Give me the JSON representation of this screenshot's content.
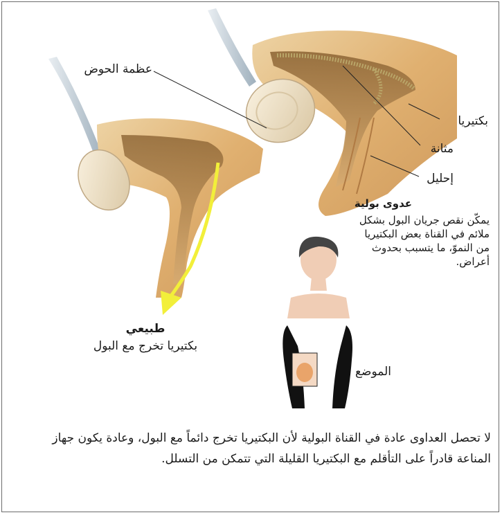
{
  "labels": {
    "pelvic_bone": "عظمة الحوض",
    "bacteria": "بكتيريا",
    "bladder": "مثانة",
    "ureter": "إحليل",
    "location": "الموضع"
  },
  "infection": {
    "title": "عدوى بولية",
    "description": "يمكّن نقص جريان البول بشكل ملائم في القناة بعض البكتيريا من النموّ، ما يتسبب بحدوث أعراض."
  },
  "normal": {
    "title": "طبيعي",
    "description": "بكتيريا تخرج مع البول"
  },
  "caption": "لا تحصل العداوى عادة في القناة البولية لأن البكتيريا تخرج دائماً مع البول، وعادة يكون جهاز المناعة قادراً على التأقلم مع البكتيريا القليلة التي تتمكن من التسلل.",
  "colors": {
    "tissue": "#e3b97a",
    "tissue_dark": "#c9935a",
    "bone": "#efe2c8",
    "bacteria": "#b8a56a",
    "arrow": "#f2ef3a",
    "figure_skin": "#f0cdb5",
    "figure_dark": "#111111"
  }
}
